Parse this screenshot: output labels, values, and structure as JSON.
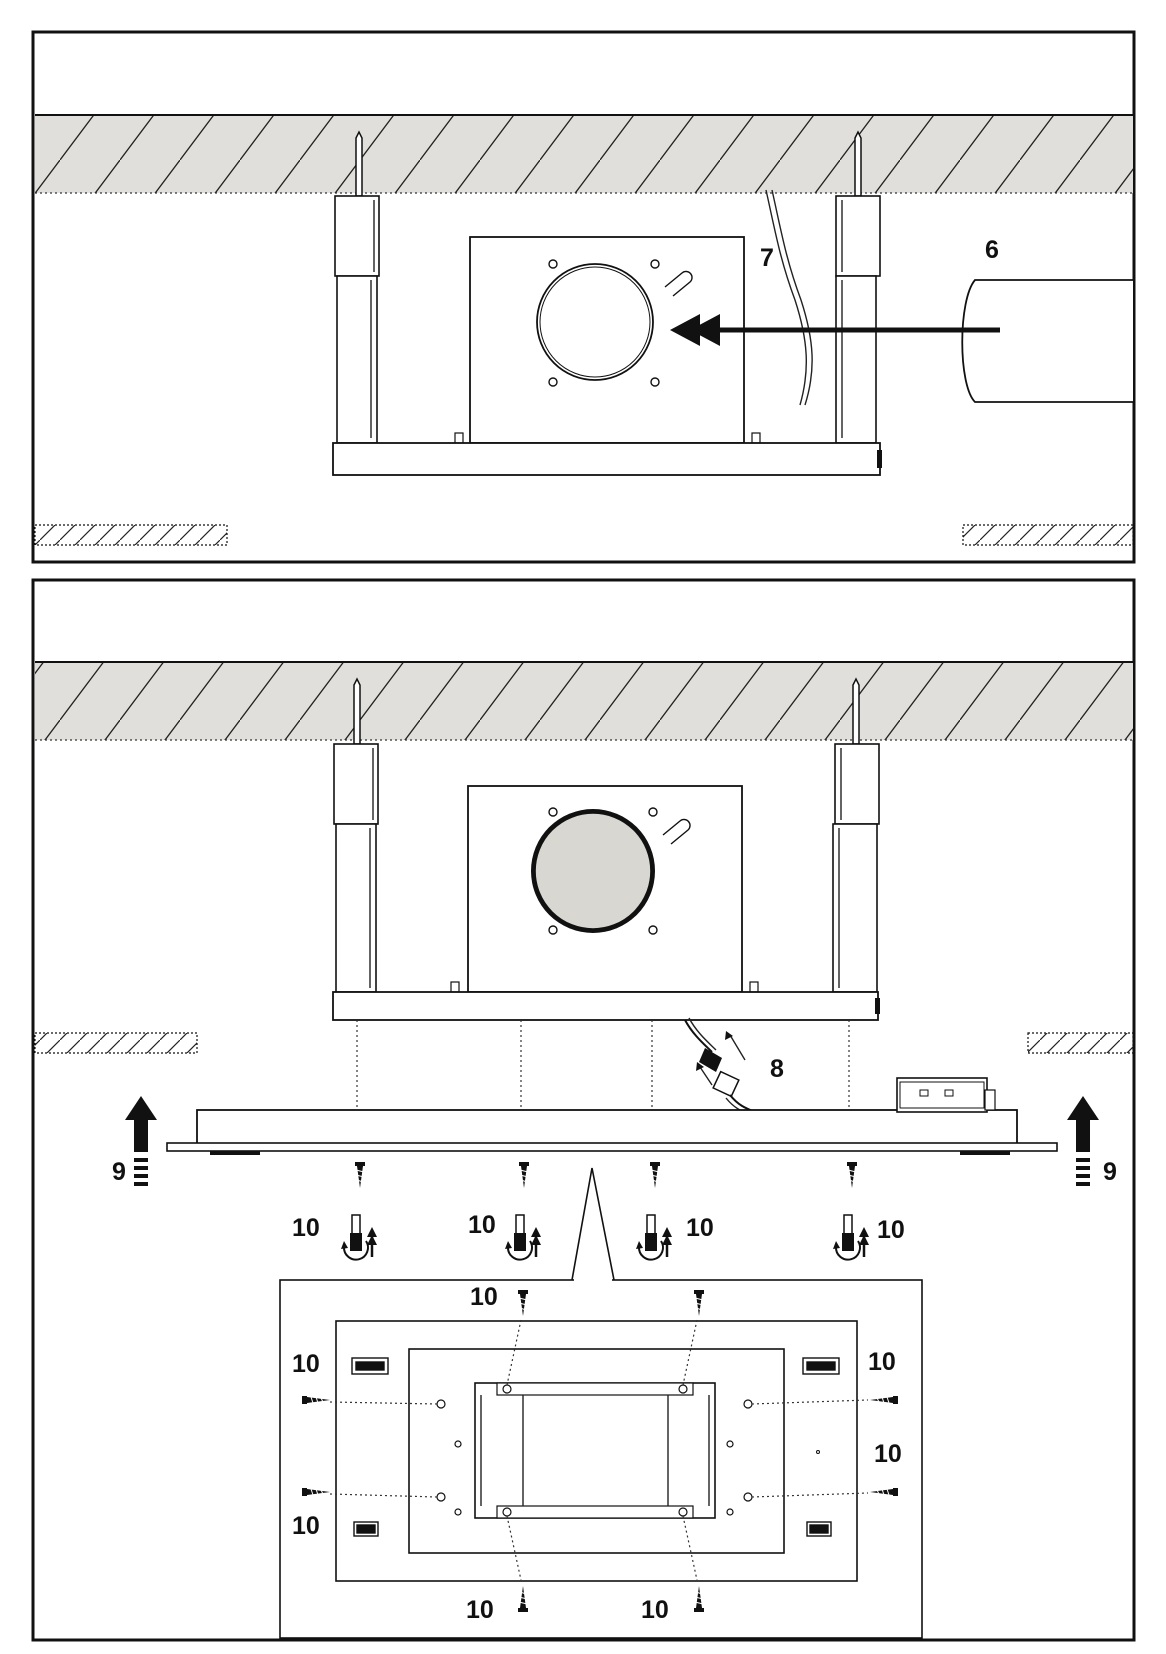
{
  "labels": {
    "duct": "6",
    "cable": "7",
    "connector": "8",
    "lift_left": "9",
    "lift_right": "9",
    "screw": "10"
  },
  "colors": {
    "ceiling_fill": "#e0dfdb",
    "ink": "#111111",
    "duct_fill": "#d8d7d2"
  },
  "icons": {
    "arrow": "up-arrow-icon",
    "rotate": "rotate-tighten-icon",
    "screw": "screw-icon",
    "plug": "plug-connector-icon"
  }
}
